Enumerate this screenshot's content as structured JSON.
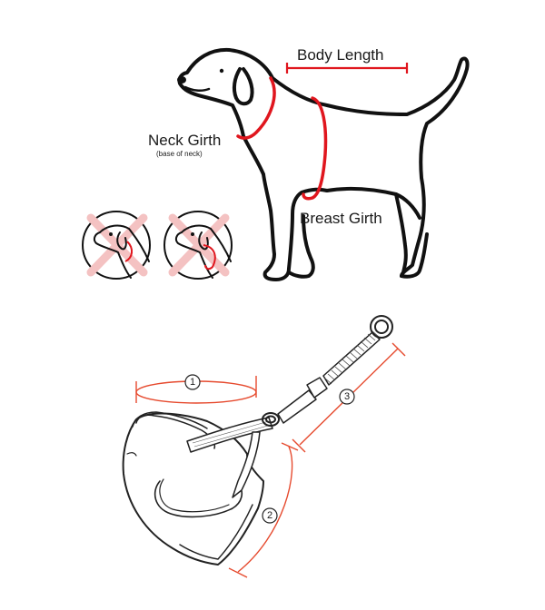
{
  "dog_diagram": {
    "body_length_label": "Body Length",
    "neck_girth_label": "Neck Girth",
    "neck_girth_note": "(base of neck)",
    "breast_girth_label": "Breast Girth",
    "wrong_examples_count": 2
  },
  "harness_diagram": {
    "marker_1": "1",
    "marker_2": "2",
    "marker_3": "3"
  },
  "colors": {
    "outline": "#111111",
    "measure_red": "#e0161e",
    "measure_orange": "#e64a2e",
    "cross_pink": "#f4c2c2"
  }
}
